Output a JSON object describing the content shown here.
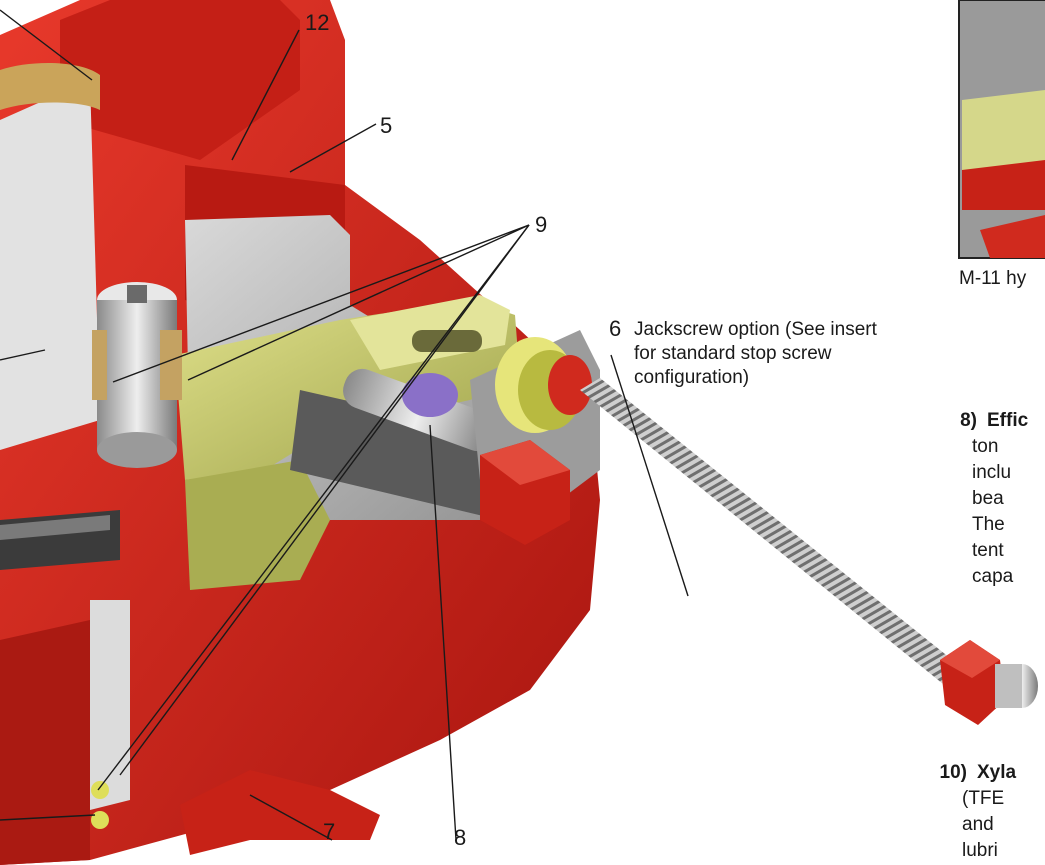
{
  "callouts": {
    "c12": "12",
    "c5": "5",
    "c9": "9",
    "c6": "6",
    "c7": "7",
    "c8": "8"
  },
  "jackscrew_note": "Jackscrew option (See insert for standard stop screw configuration)",
  "inset": {
    "caption": "M-11 hy"
  },
  "list": {
    "item8": {
      "label": "8)",
      "title": "Effic",
      "lines": [
        "ton",
        "inclu",
        "bea",
        "The",
        "tent",
        "capa"
      ]
    },
    "item10": {
      "label": "10)",
      "title": "Xyla",
      "lines": [
        "(TFE",
        "and",
        "lubri"
      ]
    }
  },
  "colors": {
    "housing_red": "#d9261c",
    "housing_dark_red": "#9c1a12",
    "yoke_green": "#c9cc6a",
    "steel_grey": "#b8b8b8"
  }
}
